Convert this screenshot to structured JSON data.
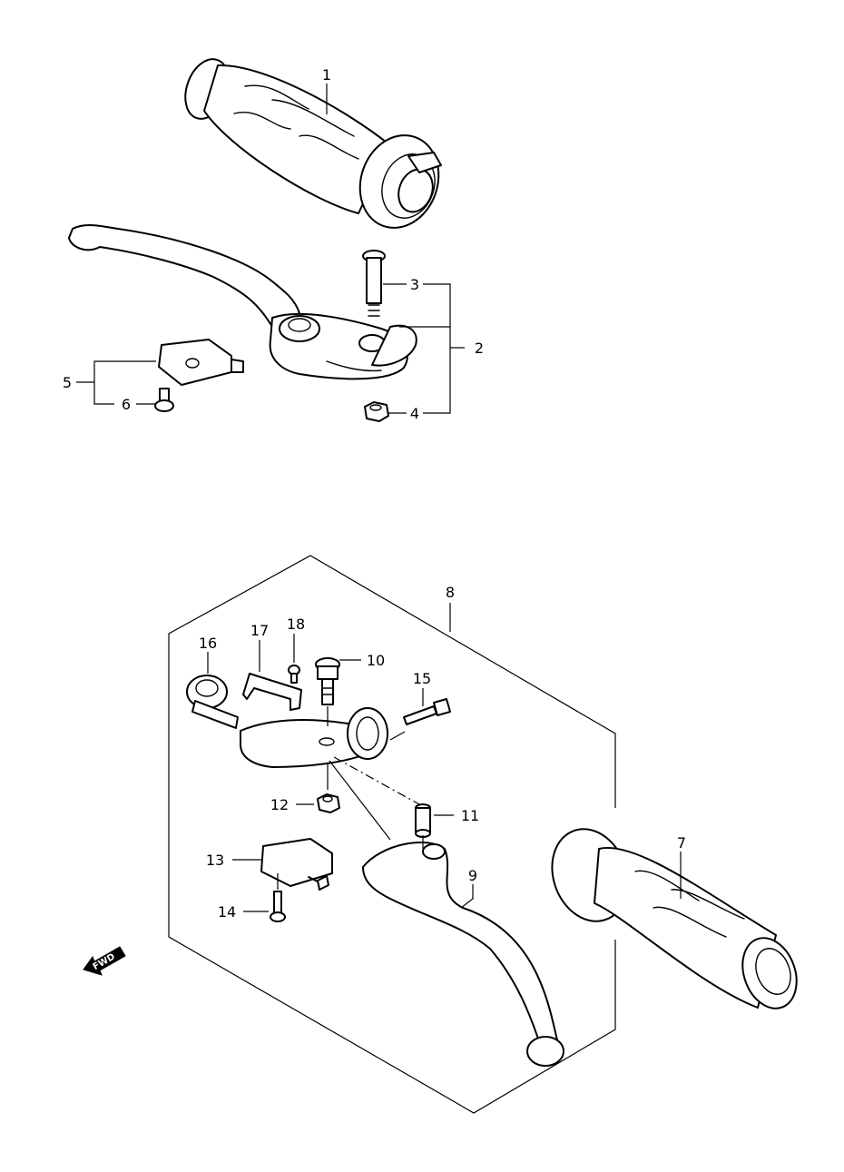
{
  "callouts": {
    "c1": "1",
    "c2": "2",
    "c3": "3",
    "c4": "4",
    "c5": "5",
    "c6": "6",
    "c7": "7",
    "c8": "8",
    "c9": "9",
    "c10": "10",
    "c11": "11",
    "c12": "12",
    "c13": "13",
    "c14": "14",
    "c15": "15",
    "c16": "16",
    "c17": "17",
    "c18": "18"
  },
  "direction_marker": {
    "label": "FWD",
    "icon": "forward-arrow-icon"
  },
  "colors": {
    "line": "#000000",
    "background": "#ffffff"
  }
}
